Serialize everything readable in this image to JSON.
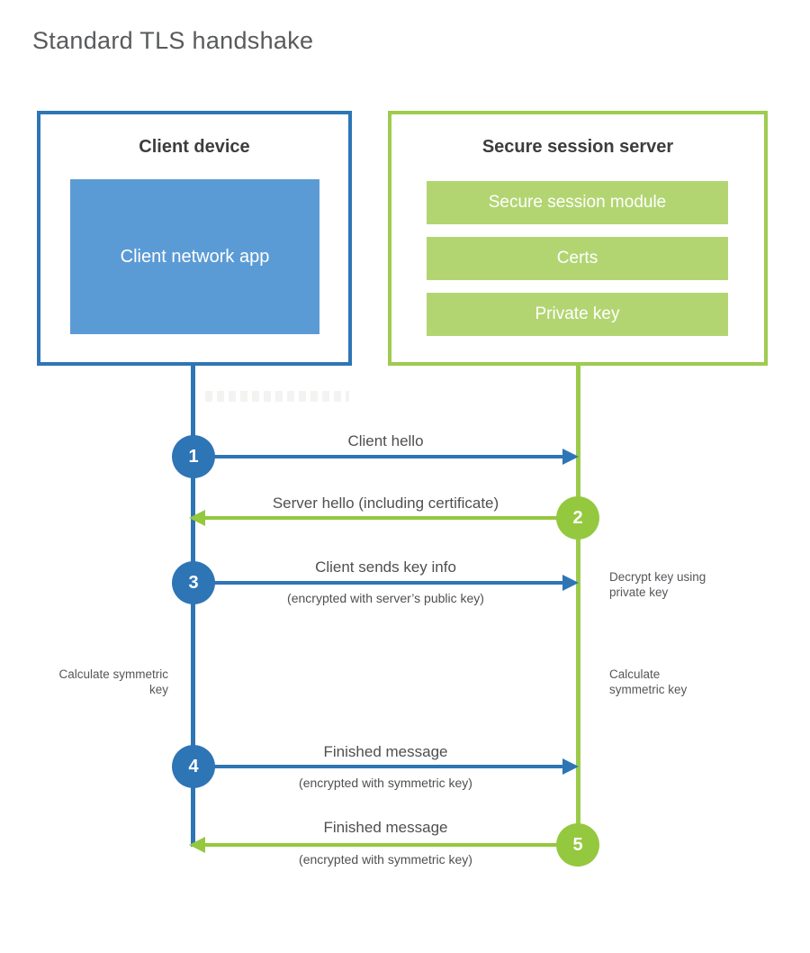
{
  "title": "Standard TLS handshake",
  "client_box": {
    "title": "Client device",
    "app_label": "Client network app"
  },
  "server_box": {
    "title": "Secure session server",
    "modules": [
      "Secure session module",
      "Certs",
      "Private key"
    ]
  },
  "steps": [
    {
      "number": "1",
      "label": "Client hello",
      "sublabel": "",
      "direction": "right",
      "actor": "client"
    },
    {
      "number": "2",
      "label": "Server hello (including certificate)",
      "sublabel": "",
      "direction": "left",
      "actor": "server"
    },
    {
      "number": "3",
      "label": "Client sends key info",
      "sublabel": "(encrypted with server’s public key)",
      "direction": "right",
      "actor": "client"
    },
    {
      "number": "4",
      "label": "Finished message",
      "sublabel": "(encrypted with symmetric key)",
      "direction": "right",
      "actor": "client"
    },
    {
      "number": "5",
      "label": "Finished message",
      "sublabel": "(encrypted with symmetric key)",
      "direction": "left",
      "actor": "server"
    }
  ],
  "annotations": {
    "decrypt_note": "Decrypt key using private key",
    "calculate_left": "Calculate symmetric key",
    "calculate_right": "Calculate symmetric key"
  },
  "colors": {
    "blue": "#2e75b6",
    "blue_fill": "#5b9bd5",
    "green": "#94c83e",
    "green_border": "#9ecb50",
    "green_fill": "#b2d572"
  }
}
